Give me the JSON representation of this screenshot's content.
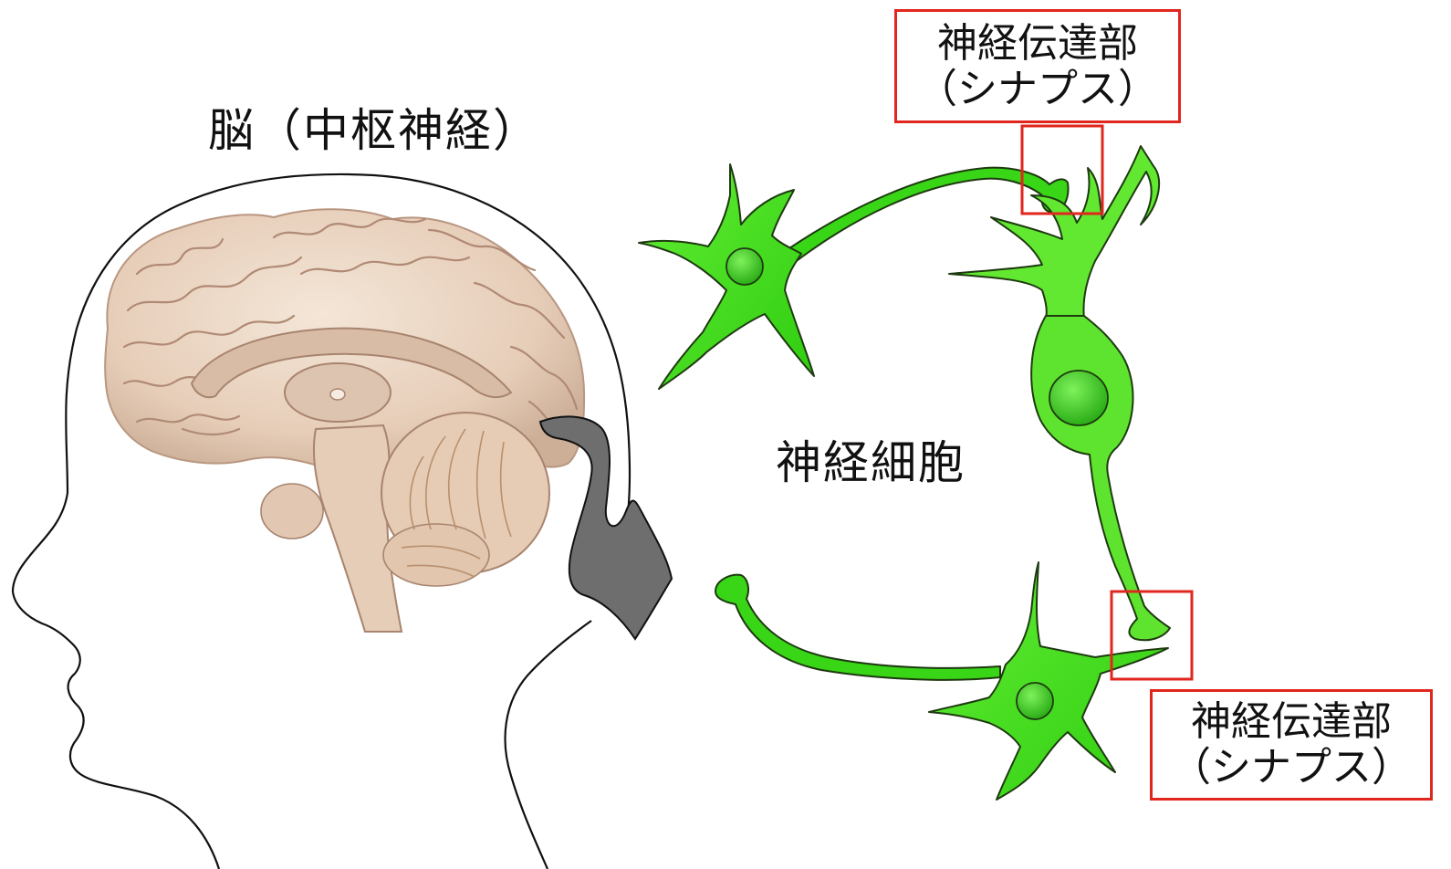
{
  "labels": {
    "brain": "脳（中枢神経）",
    "neuron": "神経細胞",
    "synapse_top": {
      "line1": "神経伝達部",
      "line2": "（シナプス）"
    },
    "synapse_bottom": {
      "line1": "神経伝達部",
      "line2": "（シナプス）"
    }
  },
  "colors": {
    "neuron_fill": "#3fdc16",
    "neuron_outline": "#1e3a10",
    "nucleus": "#2fb81a",
    "highlight_box": "#e0261d",
    "brain_tissue": "#e8d3c0",
    "pointer": "#666666"
  }
}
